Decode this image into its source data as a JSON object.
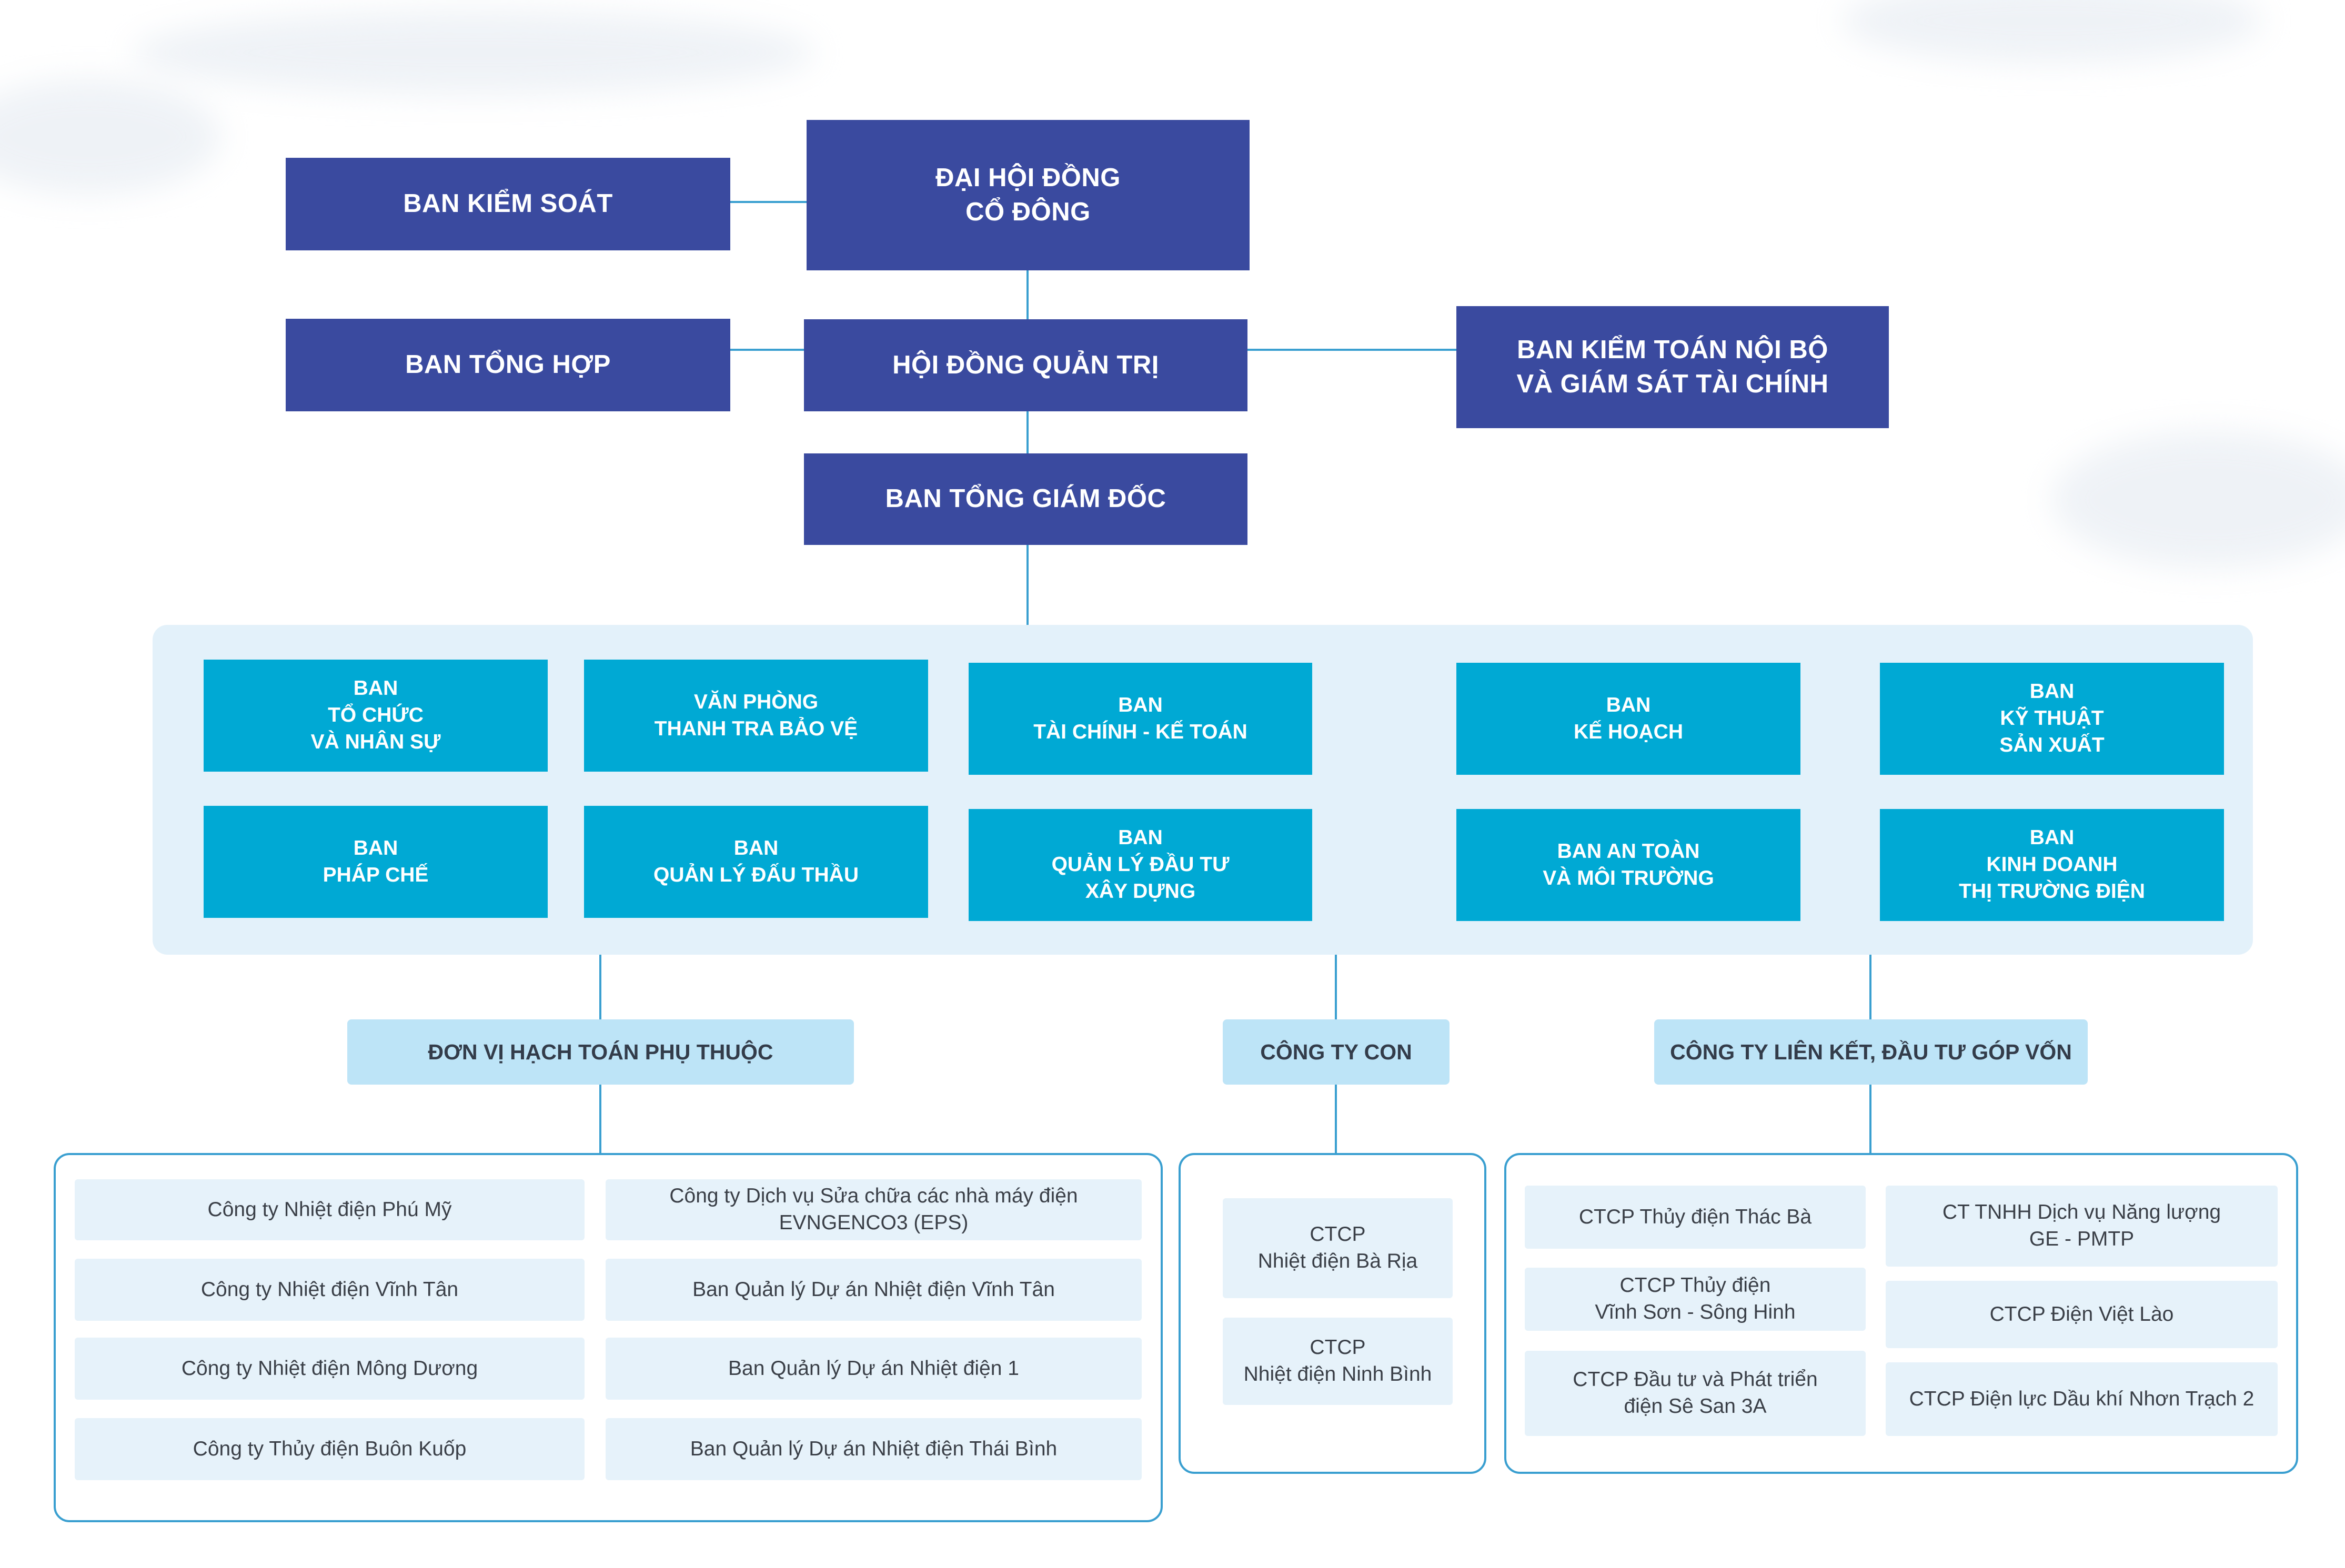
{
  "governance": {
    "shareholders": "ĐẠI HỘI ĐỒNG\nCỔ ĐÔNG",
    "supervisory_board": "BAN KIỂM SOÁT",
    "general_affairs": "BAN TỔNG HỢP",
    "board_of_directors": "HỘI ĐỒNG QUẢN TRỊ",
    "internal_audit": "BAN KIỂM TOÁN NỘI BỘ\nVÀ GIÁM SÁT TÀI CHÍNH",
    "general_director": "BAN TỔNG GIÁM ĐỐC"
  },
  "departments": [
    "BAN\nTỔ CHỨC\nVÀ NHÂN SỰ",
    "VĂN PHÒNG\nTHANH TRA BẢO VỆ",
    "BAN\nTÀI CHÍNH - KẾ TOÁN",
    "BAN\nKẾ HOẠCH",
    "BAN\nKỸ THUẬT\nSẢN XUẤT",
    "BAN\nPHÁP CHẾ",
    "BAN\nQUẢN LÝ ĐẤU THẦU",
    "BAN\nQUẢN LÝ ĐẦU TƯ\nXÂY DỰNG",
    "BAN AN TOÀN\nVÀ MÔI TRƯỜNG",
    "BAN\nKINH DOANH\nTHỊ TRƯỜNG ĐIỆN"
  ],
  "groups": {
    "dependent": {
      "title": "ĐƠN VỊ HẠCH TOÁN PHỤ THUỘC",
      "left": [
        "Công ty Nhiệt điện Phú Mỹ",
        "Công ty Nhiệt điện Vĩnh Tân",
        "Công ty Nhiệt điện Mông Dương",
        "Công ty Thủy điện Buôn Kuốp"
      ],
      "right": [
        "Công ty Dịch vụ Sửa chữa các nhà máy điện\nEVNGENCO3 (EPS)",
        "Ban Quản lý Dự án Nhiệt điện Vĩnh Tân",
        "Ban Quản lý Dự án Nhiệt điện 1",
        "Ban Quản lý Dự án Nhiệt điện Thái Bình"
      ]
    },
    "subsidiaries": {
      "title": "CÔNG TY CON",
      "items": [
        "CTCP\nNhiệt điện Bà Rịa",
        "CTCP\nNhiệt điện Ninh Bình"
      ]
    },
    "associates": {
      "title": "CÔNG TY LIÊN KẾT, ĐẦU TƯ GÓP VỐN",
      "left": [
        "CTCP Thủy điện Thác Bà",
        "CTCP Thủy điện\nVĩnh Sơn - Sông Hinh",
        "CTCP Đầu tư và Phát triển\nđiện Sê San 3A"
      ],
      "right": [
        "CT TNHH Dịch vụ Năng lượng\nGE - PMTP",
        "CTCP Điện Việt Lào",
        "CTCP Điện lực Dầu khí Nhơn Trạch 2"
      ]
    }
  }
}
